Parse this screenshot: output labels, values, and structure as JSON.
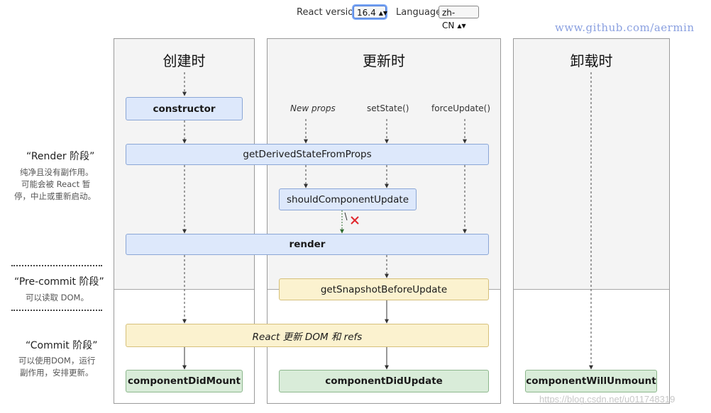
{
  "header": {
    "react_version_label": "React version",
    "react_version_value": "16.4",
    "language_label": "Language",
    "language_value": "zh-CN",
    "watermark_url": "www.github.com/aermin",
    "watermark_bottom": "https://blog.csdn.net/u011748319"
  },
  "columns": {
    "mount": "创建时",
    "update": "更新时",
    "unmount": "卸载时"
  },
  "triggers": {
    "new_props": "New props",
    "set_state": "setState()",
    "force_update": "forceUpdate()"
  },
  "methods": {
    "constructor": "constructor",
    "get_derived_state": "getDerivedStateFromProps",
    "should_update": "shouldComponentUpdate",
    "render": "render",
    "get_snapshot": "getSnapshotBeforeUpdate",
    "react_update_dom": "React 更新 DOM 和 refs",
    "did_mount": "componentDidMount",
    "did_update": "componentDidUpdate",
    "will_unmount": "componentWillUnmount"
  },
  "phases": {
    "render_title": "“Render 阶段”",
    "render_desc_1": "纯净且没有副作用。",
    "render_desc_2": "可能会被 React 暂",
    "render_desc_3": "停，中止或重新启动。",
    "precommit_title": "“Pre-commit 阶段”",
    "precommit_desc": "可以读取 DOM。",
    "commit_title": "“Commit 阶段”",
    "commit_desc_1": "可以使用DOM，运行",
    "commit_desc_2": "副作用，安排更新。"
  },
  "colors": {
    "blue_box": "#dde8fb",
    "yellow_box": "#fbf2cf",
    "green_box": "#d9ecd9",
    "reject_mark": "#e0282e"
  }
}
